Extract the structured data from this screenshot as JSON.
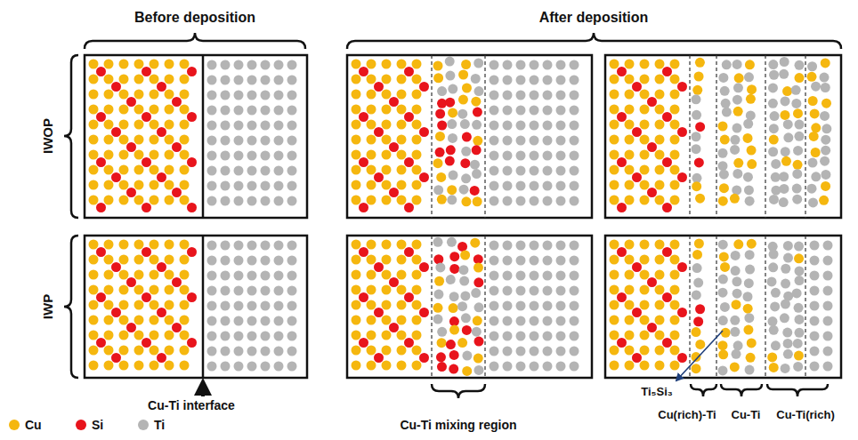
{
  "diagram": {
    "labels": [
      "Before deposition",
      "After deposition",
      "IWOP",
      "IWP",
      "Cu-Ti interface",
      "Cu-Ti mixing region",
      "Ti₅Si₃",
      "Cu(rich)-Ti",
      "Cu-Ti",
      "Cu-Ti(rich)"
    ],
    "legend": [
      {
        "text": "Cu",
        "color": "#f5b70f"
      },
      {
        "text": "Si",
        "color": "#e8141c"
      },
      {
        "text": "Ti",
        "color": "#b4b4b4"
      }
    ]
  }
}
